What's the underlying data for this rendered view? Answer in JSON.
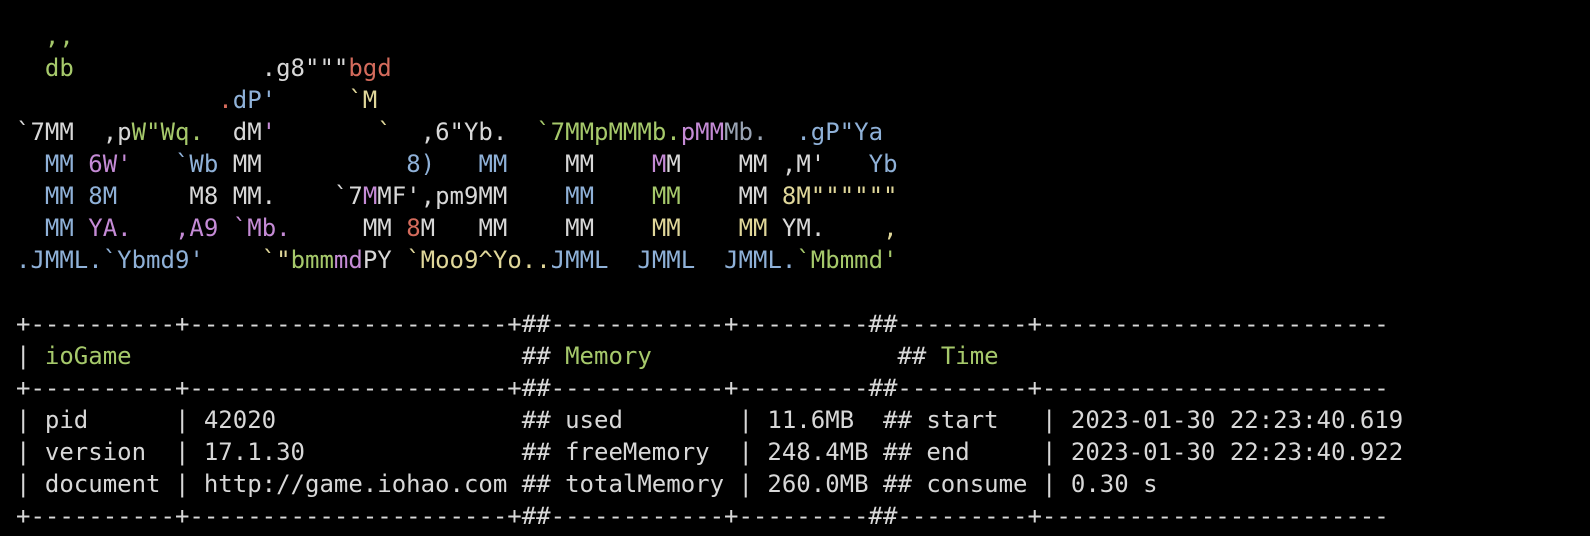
{
  "colors": {
    "background": "#000000",
    "text": "#d8d8d8",
    "green": "#a6c96b",
    "red": "#d46b5c",
    "blue": "#8fb1d8",
    "magenta": "#c58bd6",
    "yellow": "#e0d79a"
  },
  "banner": [
    [
      [
        "  ",
        "white"
      ],
      [
        ",,",
        "green"
      ]
    ],
    [
      [
        "  ",
        "white"
      ],
      [
        "db",
        "green"
      ],
      [
        "             .g8\"\"\"",
        "white"
      ],
      [
        "bgd",
        "red"
      ]
    ],
    [
      [
        "              ",
        "white"
      ],
      [
        ".",
        "red"
      ],
      [
        "dP'",
        "blue"
      ],
      [
        "     ",
        "white"
      ],
      [
        "`M",
        "yellow"
      ]
    ],
    [
      [
        "`7MM  ",
        "white"
      ],
      [
        ",p",
        "white"
      ],
      [
        "W\"Wq.",
        "green"
      ],
      [
        "  dM",
        "white"
      ],
      [
        "'",
        "magenta"
      ],
      [
        "       ",
        "white"
      ],
      [
        "`  ",
        "yellow"
      ],
      [
        ",6\"Yb.  ",
        "white"
      ],
      [
        "`7MMpMMMb.",
        "green"
      ],
      [
        "pMM",
        "magenta"
      ],
      [
        "Mb.",
        "gray"
      ],
      [
        "  .gP\"Ya",
        "blue"
      ]
    ],
    [
      [
        "  ",
        "white"
      ],
      [
        "MM ",
        "blue"
      ],
      [
        "6W'",
        "magenta"
      ],
      [
        "   ",
        "white"
      ],
      [
        "`Wb ",
        "blue"
      ],
      [
        "MM",
        "white"
      ],
      [
        "          ",
        "white"
      ],
      [
        "8)",
        "blue"
      ],
      [
        "   ",
        "white"
      ],
      [
        "MM",
        "blue"
      ],
      [
        "    ",
        "white"
      ],
      [
        "MM",
        "white"
      ],
      [
        "    ",
        "white"
      ],
      [
        "M",
        "magenta"
      ],
      [
        "M",
        "white"
      ],
      [
        "    ",
        "white"
      ],
      [
        "MM ,M'",
        "white"
      ],
      [
        "   ",
        "white"
      ],
      [
        "Yb",
        "blue"
      ]
    ],
    [
      [
        "  ",
        "white"
      ],
      [
        "MM ",
        "blue"
      ],
      [
        "8M",
        "blue"
      ],
      [
        "     ",
        "white"
      ],
      [
        "M8 MM.",
        "white"
      ],
      [
        "    ",
        "white"
      ],
      [
        "`7",
        "white"
      ],
      [
        "M",
        "magenta"
      ],
      [
        "MF',pm9MM",
        "white"
      ],
      [
        "    ",
        "white"
      ],
      [
        "MM",
        "blue"
      ],
      [
        "    ",
        "white"
      ],
      [
        "MM",
        "green"
      ],
      [
        "    ",
        "white"
      ],
      [
        "MM ",
        "white"
      ],
      [
        "8M\"\"\"\"\"\"",
        "yellow"
      ]
    ],
    [
      [
        "  ",
        "white"
      ],
      [
        "MM ",
        "blue"
      ],
      [
        "YA.",
        "magenta"
      ],
      [
        "   ",
        "white"
      ],
      [
        ",A9",
        "magenta"
      ],
      [
        " ",
        "white"
      ],
      [
        "`Mb.",
        "magenta"
      ],
      [
        "     ",
        "white"
      ],
      [
        "MM ",
        "white"
      ],
      [
        "8",
        "red"
      ],
      [
        "M   ",
        "white"
      ],
      [
        "MM",
        "white"
      ],
      [
        "    ",
        "white"
      ],
      [
        "MM",
        "white"
      ],
      [
        "    ",
        "white"
      ],
      [
        "MM",
        "yellow"
      ],
      [
        "    ",
        "white"
      ],
      [
        "MM ",
        "yellow"
      ],
      [
        "YM.",
        "white"
      ],
      [
        "    ",
        "white"
      ],
      [
        ",",
        "yellow"
      ]
    ],
    [
      [
        ".JMML.",
        "blue"
      ],
      [
        "`Ybmd9'",
        "blue"
      ],
      [
        "    ",
        "white"
      ],
      [
        "`\"",
        "yellow"
      ],
      [
        "bmm",
        "green"
      ],
      [
        "md",
        "magenta"
      ],
      [
        "PY",
        "white"
      ],
      [
        " ",
        "white"
      ],
      [
        "`Moo9^Yo..",
        "yellow"
      ],
      [
        "JMML",
        "blue"
      ],
      [
        "  ",
        "white"
      ],
      [
        "JMML",
        "blue"
      ],
      [
        "  ",
        "white"
      ],
      [
        "JMML.",
        "blue"
      ],
      [
        "`Mbmmd'",
        "green"
      ]
    ]
  ],
  "table": {
    "border_top": "+----------+----------------------+##------------+---------##---------+------------------------",
    "border_mid": "+----------+----------------------+##------------+---------##---------+------------------------",
    "border_bottom": "+----------+----------------------+##------------+---------##---------+------------------------",
    "sections": {
      "app": "ioGame",
      "memory": "Memory",
      "time": "Time"
    },
    "rows": [
      {
        "k1": "pid",
        "v1": "42020",
        "k2": "used",
        "v2": "11.6MB",
        "k3": "start",
        "v3": "2023-01-30 22:23:40.619"
      },
      {
        "k1": "version",
        "v1": "17.1.30",
        "k2": "freeMemory",
        "v2": "248.4MB",
        "k3": "end",
        "v3": "2023-01-30 22:23:40.922"
      },
      {
        "k1": "document",
        "v1": "http://game.iohao.com",
        "k2": "totalMemory",
        "v2": "260.0MB",
        "k3": "consume",
        "v3": "0.30 s"
      }
    ]
  }
}
